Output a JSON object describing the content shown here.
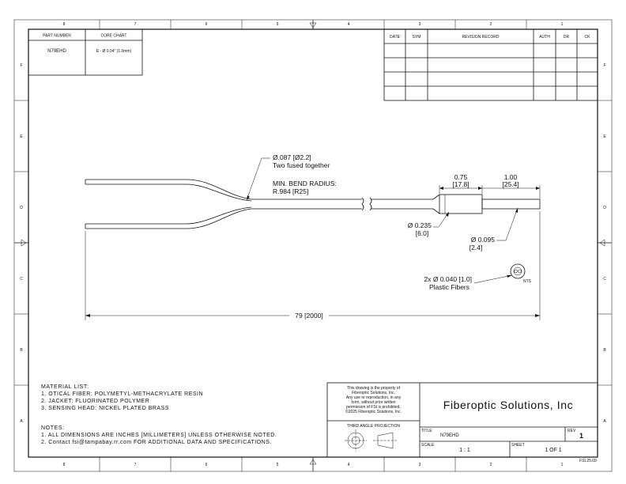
{
  "border": {
    "column_labels": [
      "8",
      "7",
      "6",
      "5",
      "4",
      "3",
      "2",
      "1"
    ],
    "row_labels": [
      "F",
      "E",
      "D",
      "C",
      "B",
      "A"
    ]
  },
  "part_table": {
    "headers": [
      "PART NUMBER",
      "CORE CHART"
    ],
    "part_number": "N79EHD",
    "core_chart": "E - Ø 0.04\" (1.0mm)"
  },
  "revision_table": {
    "headers": [
      "DATE",
      "SYM",
      "REVISION RECORD",
      "AUTH",
      "DR",
      "CK"
    ]
  },
  "drawing": {
    "fused_diameter": "Ø.087 [Ø2.2]",
    "fused_note": "Two fused together",
    "bend_radius_label": "MIN. BEND RADIUS:",
    "bend_radius_value": "R.984 [R25]",
    "dim_075": "0.75",
    "dim_075_mm": "[17.8]",
    "dim_100": "1.00",
    "dim_100_mm": "[25.4]",
    "dia_0235": "Ø 0.235",
    "dia_0235_mm": "[6.0]",
    "dia_0095": "Ø 0.095",
    "dia_0095_mm": "[2.4]",
    "fiber_dia": "2x Ø 0.040 [1.0]",
    "fiber_note": "Plastic Fibers",
    "end_view_label": "NTS",
    "overall_length": "79 [2000]"
  },
  "notes": {
    "material_title": "MATERIAL LIST:",
    "materials": [
      "1.   OTICAL FIBER: POLYMETYL-METHACRYLATE RESIN",
      "2.   JACKET: FLUORINATED POLYMER",
      "3.   SENSING HEAD: NICKEL PLATED BRASS"
    ],
    "notes_title": "NOTES:",
    "notes": [
      "1.   ALL DIMENSIONS ARE INCHES [MILLIMETERS] UNLESS OTHERWISE NOTED.",
      "2.   Contact fsi@tampabay.rr.com FOR ADDITIONAL DATA AND SPECIFICATIONS."
    ]
  },
  "title_block": {
    "property_notice": [
      "This drawing is the property of",
      "Fiberoptic Solutions, Inc.",
      "Any use or reproduction, in any",
      "form, without prior written",
      "permission of FSI is prohibited.",
      "©2025 Fiberoptic Solutions, Inc."
    ],
    "projection_label": "THIRD ANGLE PROJECTION",
    "company": "Fiberoptic Solutions, Inc",
    "title_label": "TITLE",
    "title": "N79EHD",
    "rev_label": "REV",
    "rev": "1",
    "scale_label": "SCALE",
    "scale": "1 : 1",
    "sheet_label": "SHEET",
    "sheet": "1   OF 1",
    "doc_code": "FSI.25.09"
  }
}
